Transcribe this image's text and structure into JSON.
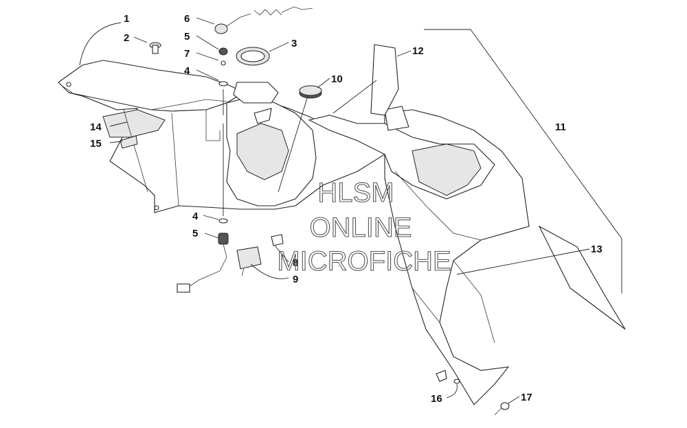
{
  "diagram": {
    "callouts": [
      {
        "id": "c1",
        "label": "1"
      },
      {
        "id": "c2",
        "label": "2"
      },
      {
        "id": "c3",
        "label": "3"
      },
      {
        "id": "c4a",
        "label": "4"
      },
      {
        "id": "c4b",
        "label": "4"
      },
      {
        "id": "c5a",
        "label": "5"
      },
      {
        "id": "c5b",
        "label": "5"
      },
      {
        "id": "c6",
        "label": "6"
      },
      {
        "id": "c7",
        "label": "7"
      },
      {
        "id": "c8",
        "label": "8"
      },
      {
        "id": "c9",
        "label": "9"
      },
      {
        "id": "c10",
        "label": "10"
      },
      {
        "id": "c11",
        "label": "11"
      },
      {
        "id": "c12",
        "label": "12"
      },
      {
        "id": "c13",
        "label": "13"
      },
      {
        "id": "c14",
        "label": "14"
      },
      {
        "id": "c15",
        "label": "15"
      },
      {
        "id": "c16",
        "label": "16"
      },
      {
        "id": "c17",
        "label": "17"
      }
    ],
    "watermark": {
      "line1": "HLSM",
      "line2": "ONLINE",
      "line3": "MICROFICHE"
    }
  }
}
